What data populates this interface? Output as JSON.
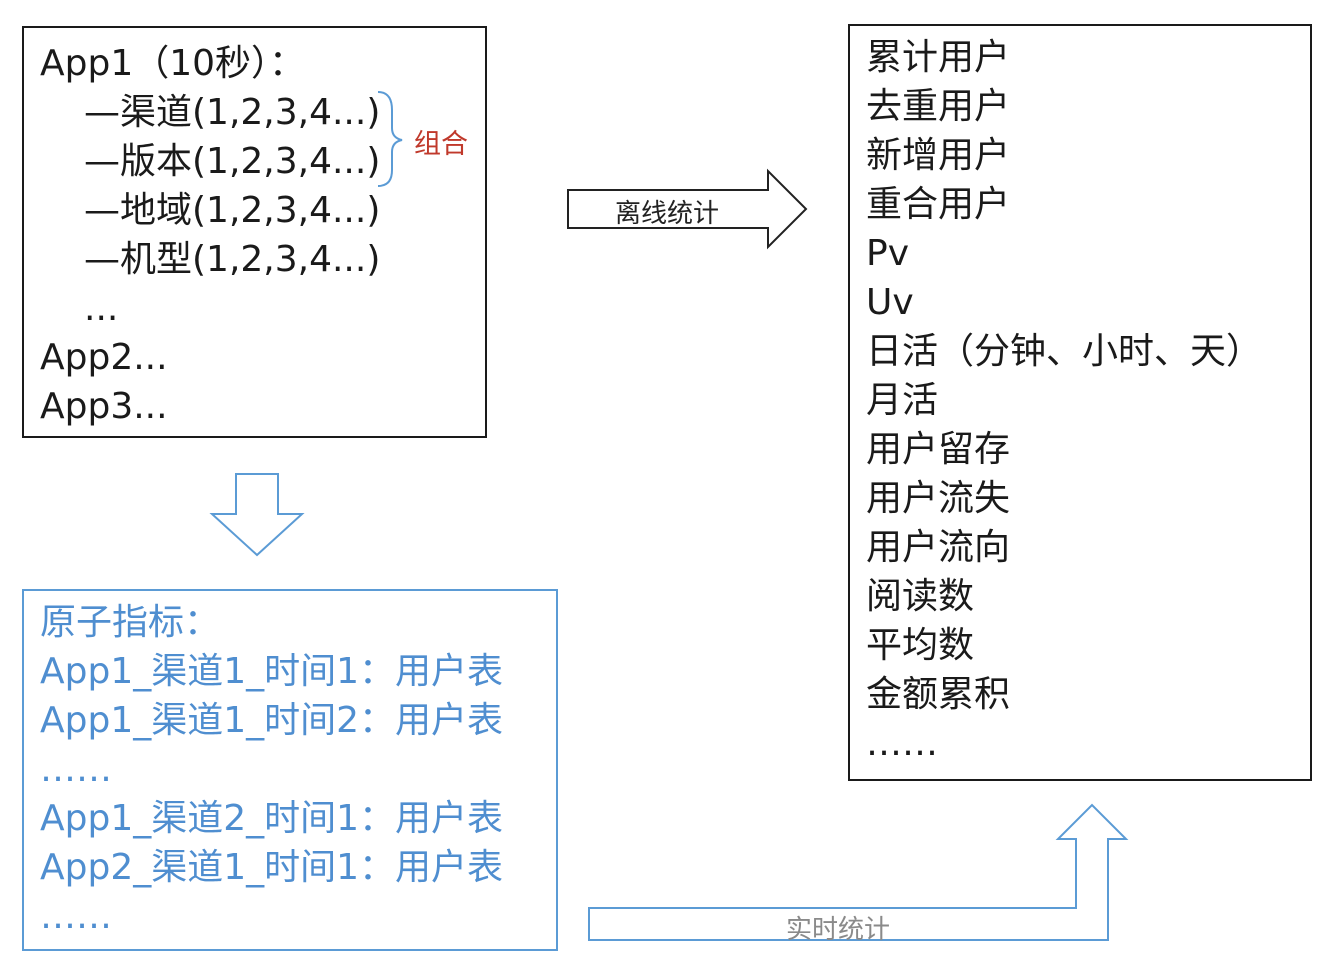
{
  "app_box": {
    "lines": [
      "App1（10秒）：",
      "—渠道(1,2,3,4...)",
      "—版本(1,2,3,4...)",
      "—地域(1,2,3,4...)",
      "—机型(1,2,3,4...)",
      "...",
      "App2...",
      "App3..."
    ]
  },
  "combo_label": "组合",
  "offline_label": "离线统计",
  "realtime_label": "实时统计",
  "metrics": [
    "累计用户",
    "去重用户",
    "新增用户",
    "重合用户",
    "Pv",
    "Uv",
    "日活（分钟、小时、天）",
    "月活",
    "用户留存",
    "用户流失",
    "用户流向",
    "阅读数",
    "平均数",
    "金额累积",
    "……"
  ],
  "atomic": {
    "lines": [
      "原子指标：",
      "App1_渠道1_时间1：用户表",
      "App1_渠道1_时间2：用户表",
      "……",
      "App1_渠道2_时间1：用户表",
      "App2_渠道1_时间1：用户表",
      "……"
    ]
  },
  "colors": {
    "border": "#1a1a1a",
    "atomic_blue": "#5b9bd5",
    "combo_red": "#c0392b"
  }
}
